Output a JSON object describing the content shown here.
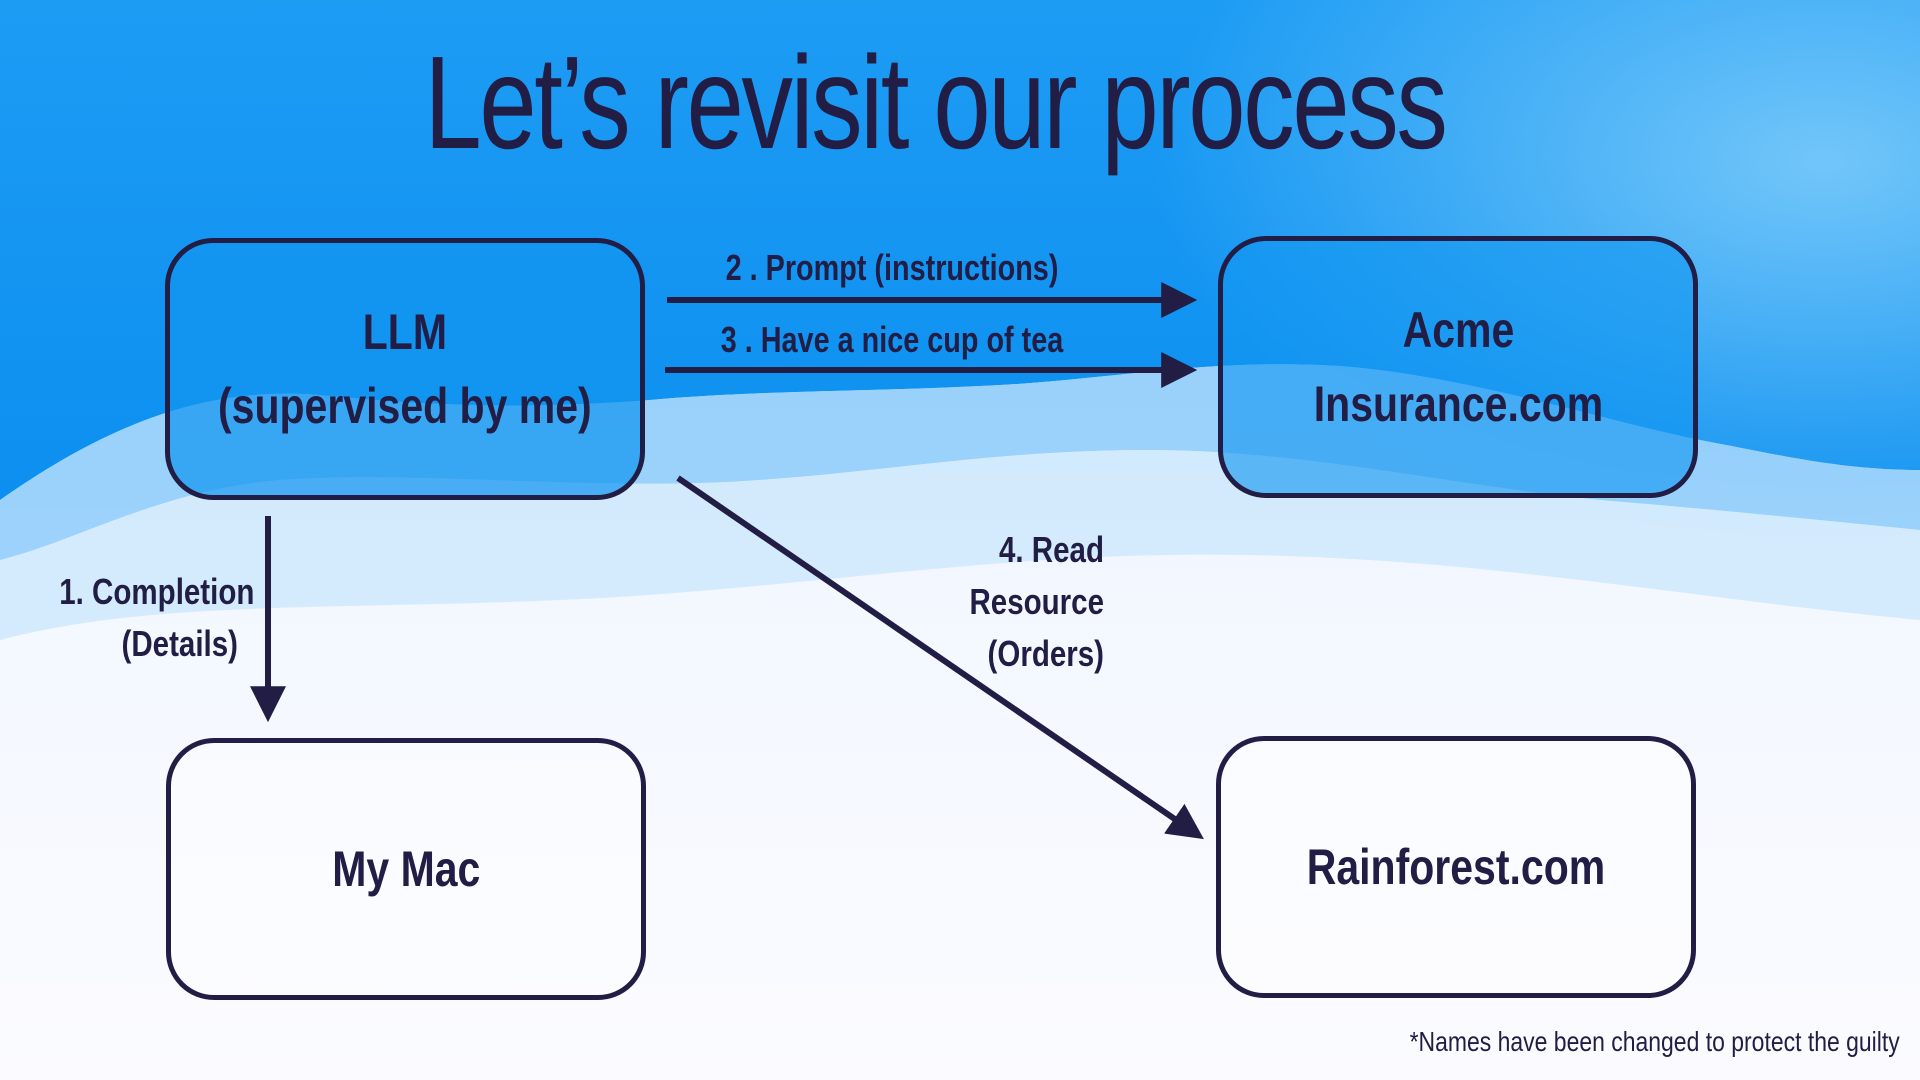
{
  "slide": {
    "title": "Let’s revisit our process",
    "footnote": "*Names have been changed to protect the guilty"
  },
  "nodes": {
    "llm": {
      "line1": "LLM",
      "line2": "(supervised by me)"
    },
    "acme": {
      "line1": "Acme",
      "line2": "Insurance.com"
    },
    "mac": {
      "line1": "My Mac"
    },
    "rainforest": {
      "line1": "Rainforest.com"
    }
  },
  "edges": {
    "prompt": {
      "label": "2 . Prompt (instructions)",
      "from": "LLM",
      "to": "Acme Insurance.com"
    },
    "tea": {
      "label": "3 . Have a nice cup of tea",
      "from": "LLM",
      "to": "Acme Insurance.com"
    },
    "completion": {
      "line1": "1. Completion",
      "line2": "(Details)",
      "from": "LLM",
      "to": "My Mac"
    },
    "read": {
      "line1": "4. Read",
      "line2": "Resource",
      "line3": "(Orders)",
      "from": "LLM",
      "to": "Rainforest.com"
    }
  },
  "colors": {
    "ink": "#211d45",
    "sky_blue": "#0b93f2",
    "light_blue": "#9fd3fb",
    "white": "#ffffff"
  }
}
